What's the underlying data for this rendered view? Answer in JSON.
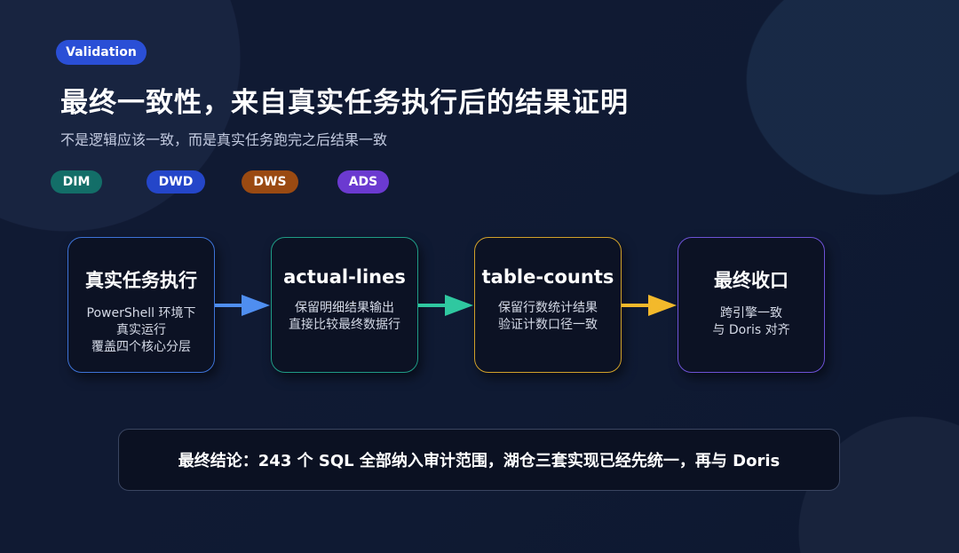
{
  "badge": "Validation",
  "title": "最终一致性，来自真实任务执行后的结果证明",
  "subtitle": "不是逻辑应该一致，而是真实任务跑完之后结果一致",
  "layers": [
    {
      "label": "DIM",
      "color": "#136e68"
    },
    {
      "label": "DWD",
      "color": "#2446c9"
    },
    {
      "label": "DWS",
      "color": "#9a4a12"
    },
    {
      "label": "ADS",
      "color": "#6b3ad0"
    }
  ],
  "steps": [
    {
      "title": "真实任务执行",
      "desc": [
        "PowerShell 环境下",
        "真实运行",
        "覆盖四个核心分层"
      ],
      "color": "#3d73d8"
    },
    {
      "title": "actual-lines",
      "desc": [
        "保留明细结果输出",
        "直接比较最终数据行"
      ],
      "color": "#1f9c86"
    },
    {
      "title": "table-counts",
      "desc": [
        "保留行数统计结果",
        "验证计数口径一致"
      ],
      "color": "#d1a12a"
    },
    {
      "title": "最终收口",
      "desc": [
        "跨引擎一致",
        "与 Doris 对齐"
      ],
      "color": "#6d52d6"
    }
  ],
  "arrows": [
    "#4f8ef0",
    "#2fc8a0",
    "#f3b92b"
  ],
  "conclusion": "最终结论：243 个 SQL 全部纳入审计范围，湖仓三套实现已经先统一，再与 Doris"
}
